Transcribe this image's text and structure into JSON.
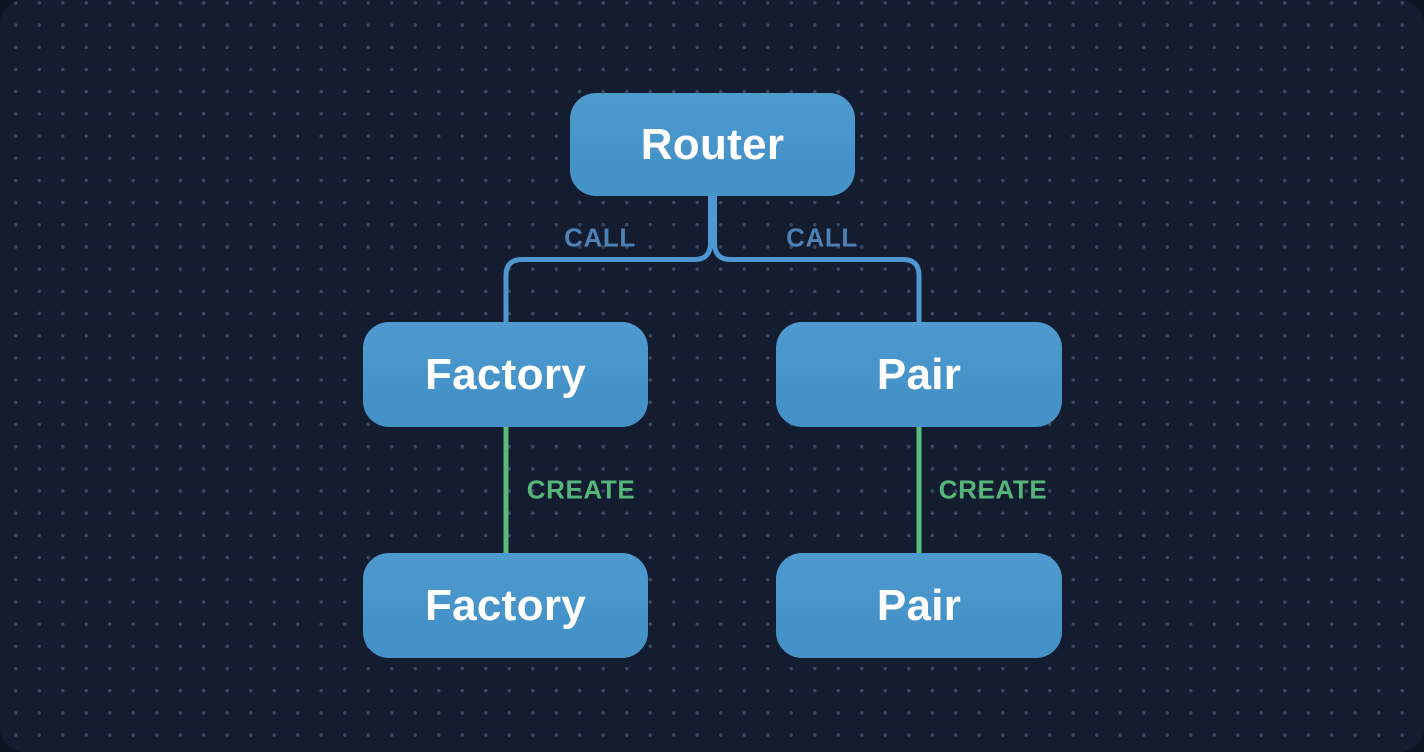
{
  "diagram": {
    "type": "flow-diagram",
    "nodes": [
      {
        "id": "router",
        "label": "Router"
      },
      {
        "id": "factory",
        "label": "Factory"
      },
      {
        "id": "pair",
        "label": "Pair"
      },
      {
        "id": "factory-created",
        "label": "Factory"
      },
      {
        "id": "pair-created",
        "label": "Pair"
      }
    ],
    "edges": [
      {
        "from": "router",
        "to": "factory",
        "label": "CALL",
        "kind": "call"
      },
      {
        "from": "router",
        "to": "pair",
        "label": "CALL",
        "kind": "call"
      },
      {
        "from": "factory",
        "to": "factory-created",
        "label": "CREATE",
        "kind": "create"
      },
      {
        "from": "pair",
        "to": "pair-created",
        "label": "CREATE",
        "kind": "create"
      }
    ]
  },
  "colors": {
    "page_background": "#0d1421",
    "canvas_background": "#141d30",
    "dot_grid": "#3c4861",
    "node_fill": "#4492c8",
    "node_fill_top": "#4f9bd0",
    "node_text": "#ffffff",
    "call_edge": "#4f97d1",
    "call_label": "#4d80b4",
    "create_edge": "#59bb7d",
    "create_label": "#55b67b"
  }
}
